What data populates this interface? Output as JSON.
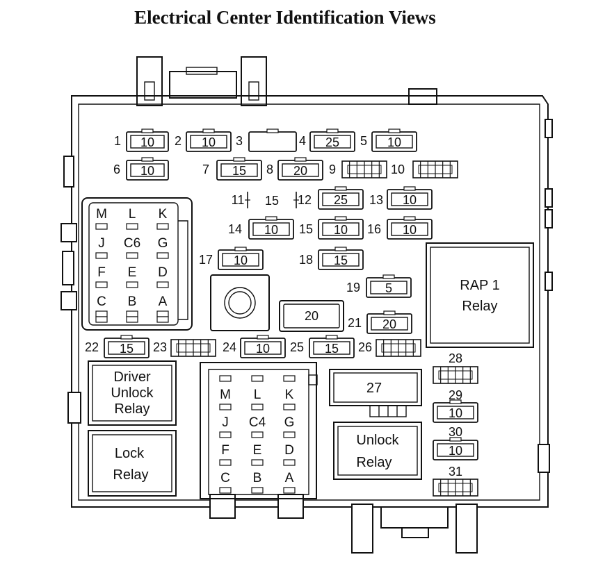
{
  "title": "Electrical Center Identification Views",
  "fuses": [
    {
      "pos": "1",
      "rating": "10"
    },
    {
      "pos": "2",
      "rating": "10"
    },
    {
      "pos": "3",
      "rating": ""
    },
    {
      "pos": "4",
      "rating": "25"
    },
    {
      "pos": "5",
      "rating": "10"
    },
    {
      "pos": "6",
      "rating": "10"
    },
    {
      "pos": "7",
      "rating": "15"
    },
    {
      "pos": "8",
      "rating": "20"
    },
    {
      "pos": "9",
      "rating": ""
    },
    {
      "pos": "10",
      "rating": ""
    },
    {
      "pos": "11",
      "rating": "15"
    },
    {
      "pos": "12",
      "rating": "25"
    },
    {
      "pos": "13",
      "rating": "10"
    },
    {
      "pos": "14",
      "rating": "10"
    },
    {
      "pos": "15",
      "rating": "10"
    },
    {
      "pos": "16",
      "rating": "10"
    },
    {
      "pos": "17",
      "rating": "10"
    },
    {
      "pos": "18",
      "rating": "15"
    },
    {
      "pos": "19",
      "rating": "5"
    },
    {
      "pos": "20",
      "rating": ""
    },
    {
      "pos": "21",
      "rating": "20"
    },
    {
      "pos": "22",
      "rating": "15"
    },
    {
      "pos": "23",
      "rating": ""
    },
    {
      "pos": "24",
      "rating": "10"
    },
    {
      "pos": "25",
      "rating": "15"
    },
    {
      "pos": "26",
      "rating": ""
    },
    {
      "pos": "28",
      "rating": ""
    },
    {
      "pos": "29",
      "rating": "10"
    },
    {
      "pos": "30",
      "rating": "10"
    },
    {
      "pos": "31",
      "rating": ""
    }
  ],
  "relays": {
    "rap1": [
      "RAP 1",
      "Relay"
    ],
    "driver_unlock": [
      "Driver",
      "Unlock",
      "Relay"
    ],
    "lock": [
      "Lock",
      "Relay"
    ],
    "unlock": [
      "Unlock",
      "Relay"
    ],
    "big_fuse_20": "20",
    "block_27": "27"
  },
  "connector_c6": {
    "rows": [
      [
        "M",
        "L",
        "K"
      ],
      [
        "J",
        "C6",
        "G"
      ],
      [
        "F",
        "E",
        "D"
      ],
      [
        "C",
        "B",
        "A"
      ]
    ]
  },
  "connector_c4": {
    "rows": [
      [
        "M",
        "L",
        "K"
      ],
      [
        "J",
        "C4",
        "G"
      ],
      [
        "F",
        "E",
        "D"
      ],
      [
        "C",
        "B",
        "A"
      ]
    ]
  }
}
